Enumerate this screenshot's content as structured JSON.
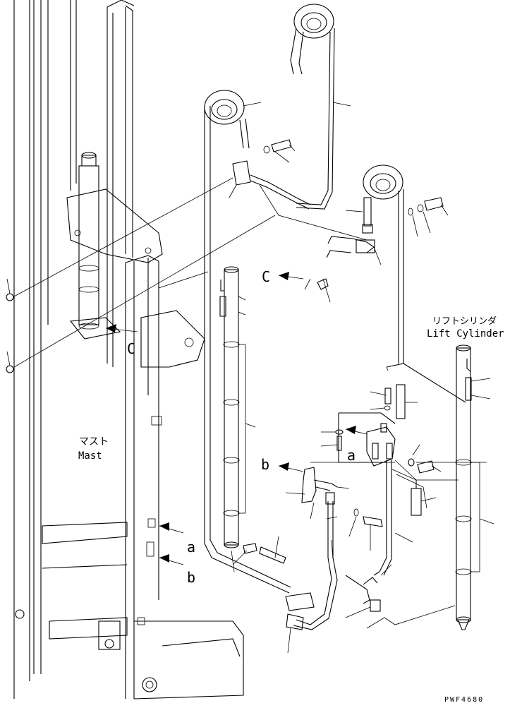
{
  "labels": {
    "mast_jp": "マスト",
    "mast_en": "Mast",
    "lift_cylinder_jp": "リフトシリンダ",
    "lift_cylinder_en": "Lift Cylinder",
    "callout_a": "a",
    "callout_b": "b",
    "callout_c": "C",
    "drawing_code": "PWF4680"
  },
  "colors": {
    "line": "#000000",
    "background": "#ffffff"
  }
}
